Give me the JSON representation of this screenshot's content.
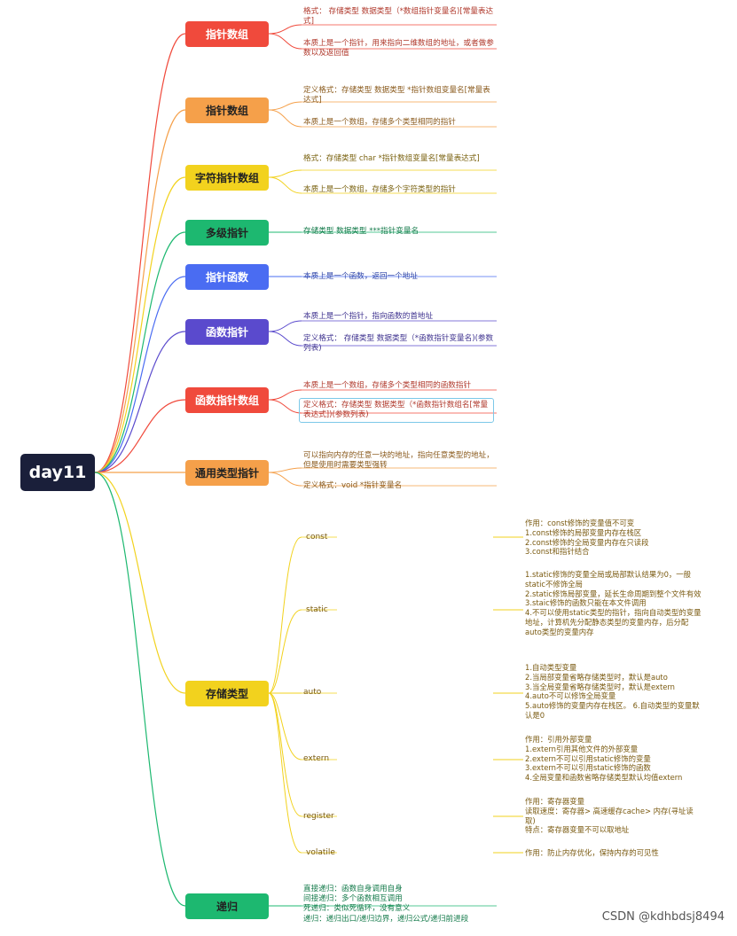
{
  "root": {
    "label": "day11"
  },
  "colors": {
    "red": "#f04a3c",
    "orange": "#f5a04a",
    "yellow": "#f2d21e",
    "green": "#1db870",
    "blue": "#4a6cf2",
    "indigo": "#5a4acd",
    "dark": "#1a1f3a"
  },
  "branches": [
    {
      "label": "指针数组",
      "leaves": [
        "格式：  存储类型  数据类型（*数组指针变量名)[常量表达式]",
        "本质上是一个指针，用来指向二维数组的地址，或者做参数以及返回值"
      ]
    },
    {
      "label": "指针数组",
      "leaves": [
        "定义格式：存储类型  数据类型  *指针数组变量名[常量表达式]",
        "本质上是一个数组，存储多个类型相同的指针"
      ]
    },
    {
      "label": "字符指针数组",
      "leaves": [
        "格式：存储类型    char  *指针数组变量名[常量表达式]",
        "本质上是一个数组，存储多个字符类型的指针"
      ]
    },
    {
      "label": "多级指针",
      "leaves": [
        "存储类型    数据类型  ***指针变量名"
      ]
    },
    {
      "label": "指针函数",
      "leaves": [
        "本质上是一个函数，返回一个地址"
      ]
    },
    {
      "label": "函数指针",
      "leaves": [
        "本质上是一个指针，指向函数的首地址",
        "定义格式：  存储类型  数据类型（*函数指针变量名)(参数列表)"
      ]
    },
    {
      "label": "函数指针数组",
      "leaves": [
        "本质上是一个数组，存储多个类型相同的函数指针",
        "定义格式：存储类型  数据类型（*函数指针数组名[常量表达式])(参数列表)"
      ]
    },
    {
      "label": "通用类型指针",
      "leaves": [
        "可以指向内存的任意一块的地址，指向任意类型的地址，但是使用时需要类型强转",
        "定义格式：void  *指针变量名"
      ]
    },
    {
      "label": "存储类型",
      "subs": [
        {
          "label": "const",
          "desc": "作用：const修饰的变量值不可变\n1.const修饰的局部变量内存在栈区\n2.const修饰的全局变量内存在只读段\n3.const和指针结合"
        },
        {
          "label": "static",
          "desc": "1.static修饰的变量全局或局部默认结果为0，一般static不修饰全局\n2.static修饰局部变量，延长生命周期到整个文件有效\n3.staic修饰的函数只能在本文件调用\n4.不可以使用static类型的指针，指向自动类型的变量地址，计算机先分配静态类型的变量内存，后分配auto类型的变量内存"
        },
        {
          "label": "auto",
          "desc": "1.自动类型变量\n2.当局部变量省略存储类型时，默认是auto\n3.当全局变量省略存储类型时，默认是extern\n4.auto不可以修饰全局变量\n5.auto修饰的变量内存在栈区。                        6.自动类型的变量默认是0"
        },
        {
          "label": "extern",
          "desc": "作用：引用外部变量\n1.extern引用其他文件的外部变量\n2.extern不可以引用static修饰的变量\n3.extern不可以引用static修饰的函数\n4.全局变量和函数省略存储类型默认均值extern"
        },
        {
          "label": "register",
          "desc": "作用：寄存器变量\n读取速度：寄存器> 高速缓存cache> 内存(寻址读取)\n特点：寄存器变量不可以取地址"
        },
        {
          "label": "volatile",
          "desc": "作用：防止内存优化，保持内存的可见性"
        }
      ]
    },
    {
      "label": "递归",
      "leaves": [
        "直接递归：函数自身调用自身\n间接递归：多个函数相互调用\n死递归：类似死循环，没有意义\n递归：递归出口/递归边界，递归公式/递归前进段"
      ]
    }
  ],
  "watermark": "CSDN @kdhbdsj8494"
}
